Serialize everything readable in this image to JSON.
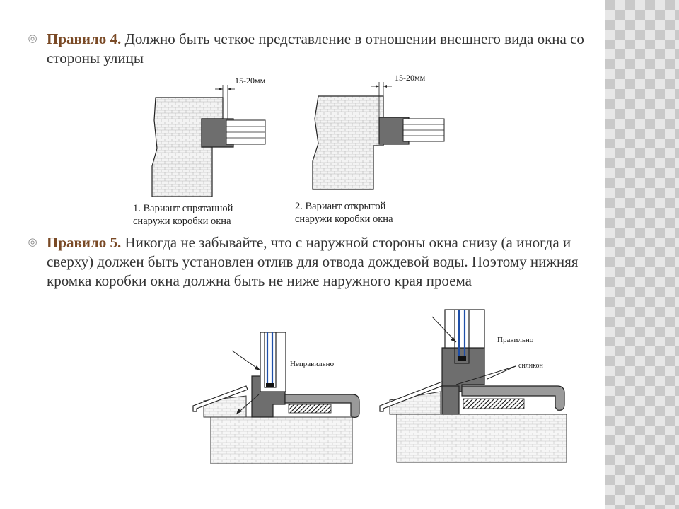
{
  "bullet_icon": "hollow-circle-bullet-icon",
  "rule4": {
    "title": "Правило 4.",
    "text": " Должно быть четкое представление в отношении внешнего вида окна со стороны улицы"
  },
  "figure1": {
    "dimension_label": "15-20мм",
    "caption_line1": "1. Вариант спрятанной",
    "caption_line2": "снаружи коробки окна"
  },
  "figure2": {
    "dimension_label": "15-20мм",
    "caption_line1": "2. Вариант открытой",
    "caption_line2": "снаружи коробки окна"
  },
  "rule5": {
    "title": "Правило 5.",
    "text": " Никогда не забывайте, что с наружной стороны окна снизу (а иногда и сверху) должен быть установлен отлив для отвода дождевой воды. Поэтому нижняя кромка коробки окна должна быть не ниже наружного края проема"
  },
  "figure3": {
    "label": "Неправильно"
  },
  "figure4": {
    "label_right": "Правильно",
    "label_sealant": "силикон"
  }
}
